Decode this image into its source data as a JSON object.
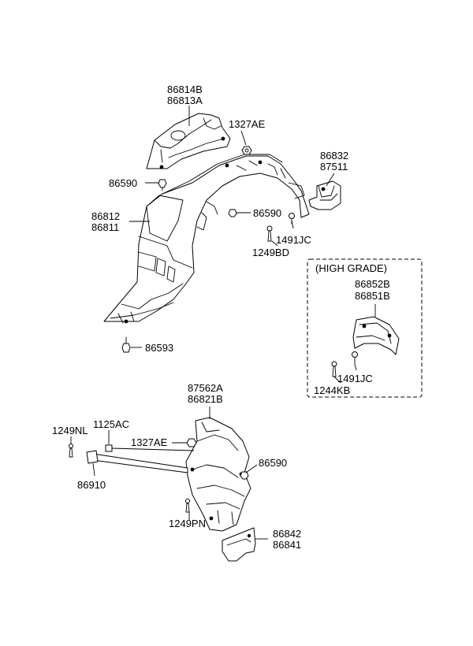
{
  "labels": {
    "p86814B": "86814B",
    "p86813A": "86813A",
    "p1327AE_top": "1327AE",
    "p86832": "86832",
    "p87511": "87511",
    "p86590_a": "86590",
    "p86590_b": "86590",
    "p86812": "86812",
    "p86811": "86811",
    "p1491JC_a": "1491JC",
    "p1249BD": "1249BD",
    "high_grade": "(HIGH GRADE)",
    "p86852B": "86852B",
    "p86851B": "86851B",
    "p1491JC_b": "1491JC",
    "p1244KB": "1244KB",
    "p86593": "86593",
    "p87562A": "87562A",
    "p86821B": "86821B",
    "p1249NL": "1249NL",
    "p1125AC": "1125AC",
    "p1327AE_low": "1327AE",
    "p86590_c": "86590",
    "p86910": "86910",
    "p1249PN": "1249PN",
    "p86842": "86842",
    "p86841": "86841"
  }
}
